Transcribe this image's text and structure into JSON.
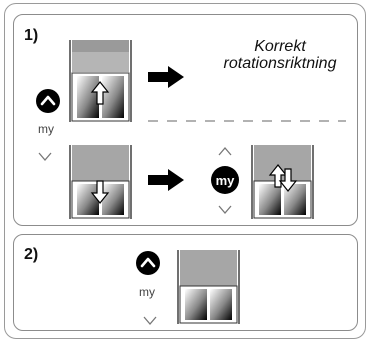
{
  "steps": {
    "one": {
      "number": "1)",
      "caption_line1": "Korrekt",
      "caption_line2": "rotationsriktning"
    },
    "two": {
      "number": "2)"
    }
  },
  "remote": {
    "my_label": "my",
    "my_button_text": "my",
    "up_icon": "chevron-up-icon",
    "down_icon": "chevron-down-icon"
  },
  "colors": {
    "blind_top": "#9a9a9a",
    "blind_fill": "#ababab",
    "button": "#000000",
    "frame": "#8c8c8c"
  }
}
